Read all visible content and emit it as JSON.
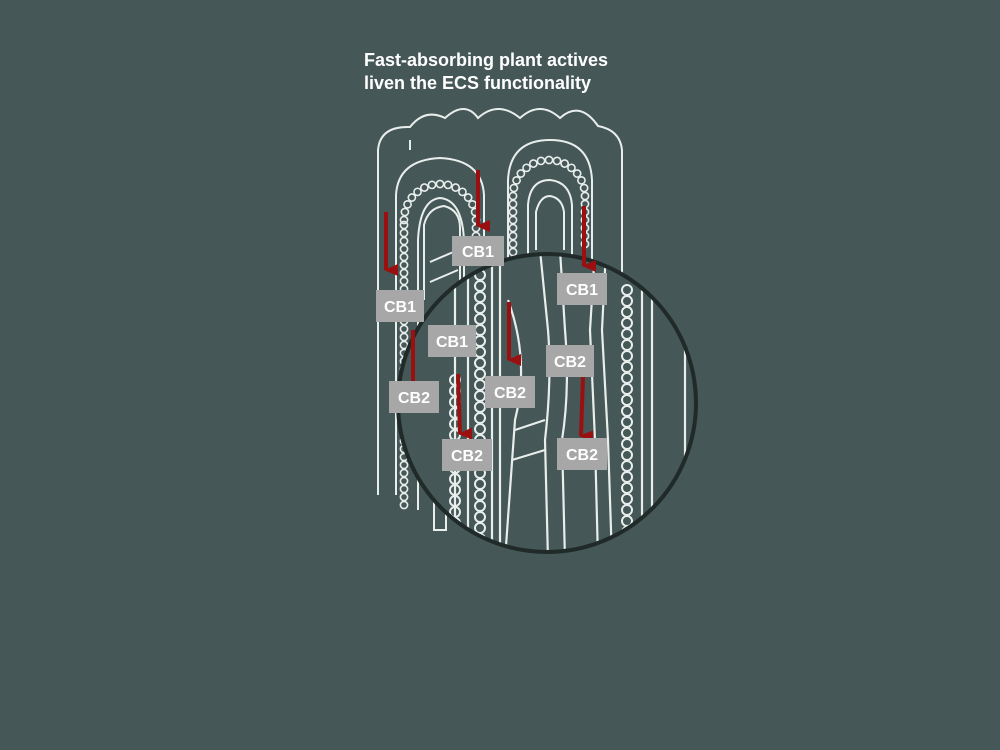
{
  "title": {
    "line1": "Fast-absorbing plant actives",
    "line2": "liven the ECS functionality"
  },
  "receptors": [
    {
      "id": "r1",
      "text": "CB1"
    },
    {
      "id": "r2",
      "text": "CB1"
    },
    {
      "id": "r3",
      "text": "CB1"
    },
    {
      "id": "r4",
      "text": "CB1"
    },
    {
      "id": "r5",
      "text": "CB2"
    },
    {
      "id": "r6",
      "text": "CB2"
    },
    {
      "id": "r7",
      "text": "CB2"
    },
    {
      "id": "r8",
      "text": "CB2"
    },
    {
      "id": "r9",
      "text": "CB2"
    }
  ],
  "colors": {
    "background": "#455756",
    "outline": "#e8eeec",
    "arrow": "#9a1010",
    "label_box": "#a7a7a7",
    "lens_ring": "#1f2a29"
  }
}
